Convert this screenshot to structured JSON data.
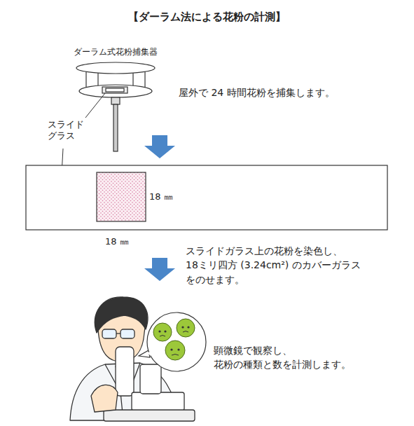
{
  "diagram": {
    "title": "【ダーラム法による花粉の計測】",
    "labels": [
      "ダーラム式花粉捕集器",
      "屋外で 24 時間花粉を捕集します。",
      "スライド グラス",
      "18 ㎜",
      "18 ㎜",
      "スライドガラス上の花粉を染色し、 18ミリ四方 (3.24cm²) のカバーガラス をのせます。",
      "顕微鏡で観察し、 花粉の種類と数を計測します。"
    ]
  }
}
